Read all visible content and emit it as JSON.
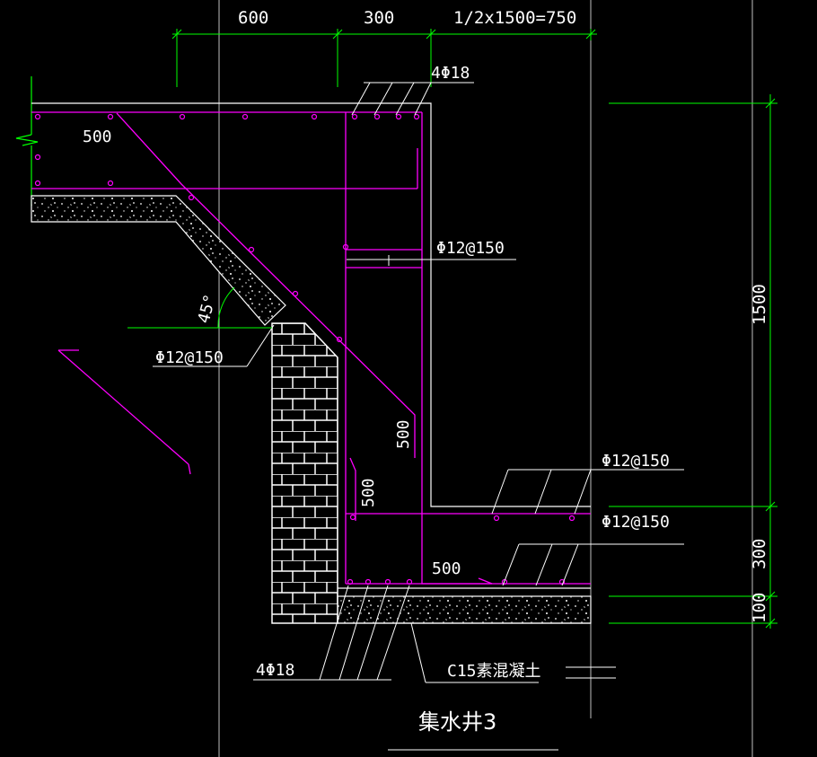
{
  "drawing": {
    "title": "集水井3",
    "dimensions": {
      "top_1": "600",
      "top_2": "300",
      "top_3": "1/2x1500=750",
      "right_1": "1500",
      "right_2": "300",
      "right_3": "100"
    },
    "annotations": {
      "rebar_top": "4Φ18",
      "rebar_bottom": "4Φ18",
      "wall_bar": "Φ12@150",
      "slope_bar": "Φ12@150",
      "base_bar_upper": "Φ12@150",
      "base_bar_lower": "Φ12@150",
      "anchor_top": "500",
      "anchor_slope": "500",
      "anchor_wall": "500",
      "anchor_base": "500",
      "angle": "45°",
      "bedding": "C15素混凝土"
    }
  },
  "colors": {
    "background": "#000000",
    "dimension": "#00ff00",
    "rebar": "#ff00ff",
    "outline": "#ffffff",
    "guide": "#c0c0c0"
  }
}
